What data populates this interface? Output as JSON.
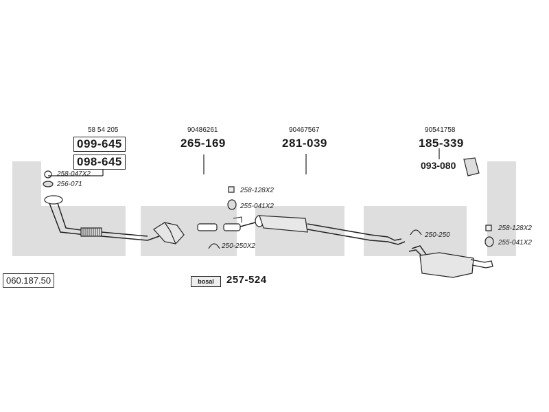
{
  "diagram": {
    "diagram_number": "060.187.50",
    "watermark_text": "bosal",
    "groups": [
      {
        "oe": "58 54 205",
        "parts": [
          "099-645",
          "098-645"
        ]
      },
      {
        "oe": "90486261",
        "parts": [
          "265-169"
        ]
      },
      {
        "oe": "90467567",
        "parts": [
          "281-039"
        ]
      },
      {
        "oe": "90541758",
        "parts": [
          "185-339",
          "093-080"
        ]
      }
    ],
    "small_parts": {
      "p258_047": "258-047X2",
      "p256_071": "256-071",
      "p258_128_a": "258-128X2",
      "p255_041_a": "255-041X2",
      "p250_250x2": "250-250X2",
      "p250_250": "250-250",
      "p258_128_b": "258-128X2",
      "p255_041_b": "255-041X2"
    },
    "kit": {
      "logo_text": "bosal",
      "part": "257-524"
    },
    "colors": {
      "watermark": "#dcdcdc",
      "ink": "#1a1a1a"
    }
  }
}
